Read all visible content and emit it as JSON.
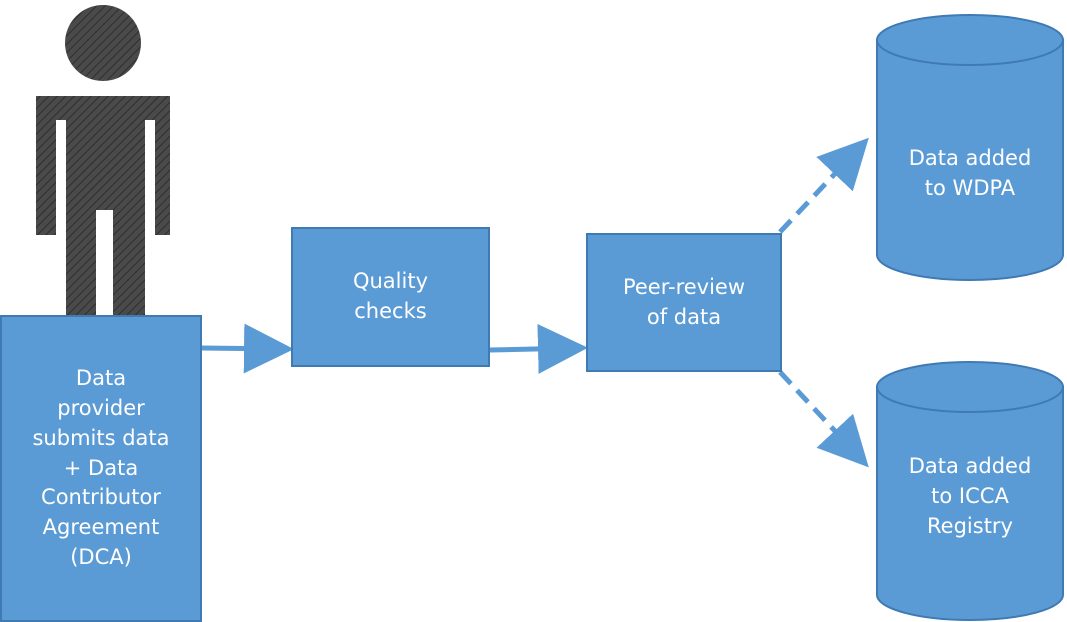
{
  "nodes": {
    "provider": {
      "text": "Data\nprovider\nsubmits data\n+ Data\nContributor\nAgreement\n(DCA)"
    },
    "quality": {
      "text": "Quality\nchecks"
    },
    "review": {
      "text": "Peer-review\nof data"
    },
    "wdpa": {
      "text": "Data added\nto WDPA"
    },
    "icca": {
      "text": "Data added\nto ICCA\nRegistry"
    }
  },
  "edges": [
    {
      "from": "provider",
      "to": "quality",
      "style": "solid"
    },
    {
      "from": "quality",
      "to": "review",
      "style": "solid"
    },
    {
      "from": "review",
      "to": "wdpa",
      "style": "dashed"
    },
    {
      "from": "review",
      "to": "icca",
      "style": "dashed"
    }
  ],
  "colors": {
    "fill": "#5b9bd5",
    "stroke": "#3f7ab3",
    "text": "#ffffff",
    "person": "#4a4a4a"
  },
  "icons": {
    "person": "person-icon"
  }
}
